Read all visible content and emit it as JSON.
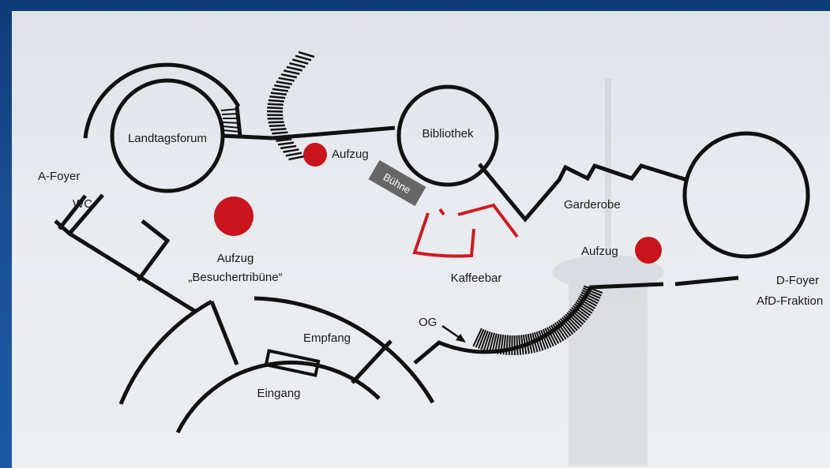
{
  "labels": {
    "landtagsforum": "Landtagsforum",
    "bibliothek": "Bibliothek",
    "aufzug_top": "Aufzug",
    "buehne": "Bühne",
    "a_foyer": "A-Foyer",
    "wc": "WC",
    "garderobe": "Garderobe",
    "aufzug_center_line1": "Aufzug",
    "aufzug_center_line2": "„Besuchertribüne“",
    "kaffeebar": "Kaffeebar",
    "aufzug_right": "Aufzug",
    "d_foyer_line1": "D-Foyer",
    "d_foyer_line2": "AfD-Fraktion",
    "og": "OG",
    "empfang": "Empfang",
    "eingang": "Eingang"
  },
  "colors": {
    "frame": "#1b4a8a",
    "map_background": "#e8ebef",
    "walls": "#111111",
    "elevator": "#c8141c",
    "cafe": "#d01a21",
    "stage": "#666666"
  },
  "icons": {
    "elevator": "red-circle",
    "stairs": "hatched-arc"
  }
}
